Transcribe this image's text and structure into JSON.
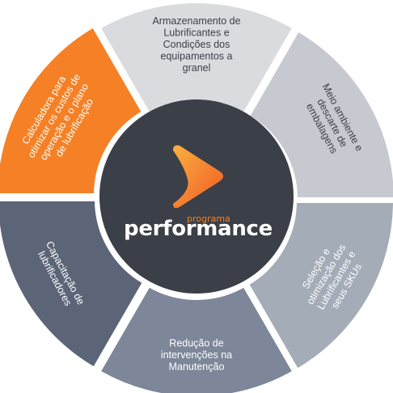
{
  "wheel": {
    "segments": [
      {
        "key": "armazenamento",
        "lines": [
          "Armazenamento de",
          "Lubrificantes e",
          "Condições dos",
          "equipamentos a",
          "granel"
        ],
        "fill": "#d9dbdf",
        "text_color": "#3a3f47"
      },
      {
        "key": "meio-ambiente",
        "lines": [
          "Meio ambiente e",
          "descarte de",
          "embalagens"
        ],
        "fill": "#c6cad0",
        "text_color": "#3a3f47"
      },
      {
        "key": "selecao",
        "lines": [
          "Seleção e",
          "otimização dos",
          "Lubrificantes e",
          "seus SKUs"
        ],
        "fill": "#a4acb8",
        "text_color": "#ffffff"
      },
      {
        "key": "reducao",
        "lines": [
          "Redução de",
          "intervenções na",
          "Manutenção"
        ],
        "fill": "#7d8799",
        "text_color": "#ffffff"
      },
      {
        "key": "capacitacao",
        "lines": [
          "Capacitação de",
          "lubrificadores"
        ],
        "fill": "#5b6577",
        "text_color": "#ffffff"
      },
      {
        "key": "calculadora",
        "lines": [
          "Calculadora para",
          "otimizar os custos de",
          "operação e o plano",
          "de lubrificação"
        ],
        "fill": "#f58025",
        "text_color": "#ffffff"
      }
    ]
  },
  "center": {
    "fill": "#3b3f47",
    "logo_small": "programa",
    "logo_big": "performance",
    "accent": "#f58025",
    "text_color": "#ffffff"
  }
}
